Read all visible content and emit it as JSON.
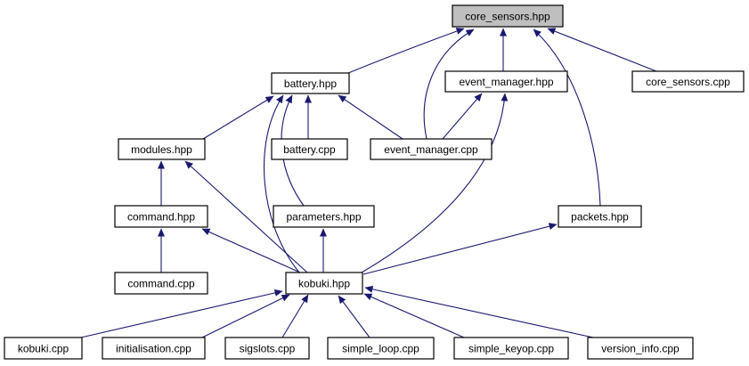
{
  "diagram": {
    "colors": {
      "edge": "#191970",
      "node_border": "#000000",
      "node_fill": "#ffffff",
      "highlight_fill": "#bfbfbf",
      "background": "#ffffff",
      "text": "#000000"
    },
    "nodes": [
      {
        "id": "core_sensors.hpp",
        "label": "core_sensors.hpp",
        "highlighted": true
      },
      {
        "id": "battery.hpp",
        "label": "battery.hpp",
        "highlighted": false
      },
      {
        "id": "event_manager.hpp",
        "label": "event_manager.hpp",
        "highlighted": false
      },
      {
        "id": "core_sensors.cpp",
        "label": "core_sensors.cpp",
        "highlighted": false
      },
      {
        "id": "modules.hpp",
        "label": "modules.hpp",
        "highlighted": false
      },
      {
        "id": "battery.cpp",
        "label": "battery.cpp",
        "highlighted": false
      },
      {
        "id": "event_manager.cpp",
        "label": "event_manager.cpp",
        "highlighted": false
      },
      {
        "id": "command.hpp",
        "label": "command.hpp",
        "highlighted": false
      },
      {
        "id": "parameters.hpp",
        "label": "parameters.hpp",
        "highlighted": false
      },
      {
        "id": "packets.hpp",
        "label": "packets.hpp",
        "highlighted": false
      },
      {
        "id": "command.cpp",
        "label": "command.cpp",
        "highlighted": false
      },
      {
        "id": "kobuki.hpp",
        "label": "kobuki.hpp",
        "highlighted": false
      },
      {
        "id": "kobuki.cpp",
        "label": "kobuki.cpp",
        "highlighted": false
      },
      {
        "id": "initialisation.cpp",
        "label": "initialisation.cpp",
        "highlighted": false
      },
      {
        "id": "sigslots.cpp",
        "label": "sigslots.cpp",
        "highlighted": false
      },
      {
        "id": "simple_loop.cpp",
        "label": "simple_loop.cpp",
        "highlighted": false
      },
      {
        "id": "simple_keyop.cpp",
        "label": "simple_keyop.cpp",
        "highlighted": false
      },
      {
        "id": "version_info.cpp",
        "label": "version_info.cpp",
        "highlighted": false
      }
    ],
    "edges": [
      {
        "from": "battery.hpp",
        "to": "core_sensors.hpp"
      },
      {
        "from": "event_manager.cpp",
        "to": "core_sensors.hpp"
      },
      {
        "from": "event_manager.hpp",
        "to": "core_sensors.hpp"
      },
      {
        "from": "packets.hpp",
        "to": "core_sensors.hpp"
      },
      {
        "from": "core_sensors.cpp",
        "to": "core_sensors.hpp"
      },
      {
        "from": "modules.hpp",
        "to": "battery.hpp"
      },
      {
        "from": "kobuki.hpp",
        "to": "battery.hpp"
      },
      {
        "from": "parameters.hpp",
        "to": "battery.hpp"
      },
      {
        "from": "battery.cpp",
        "to": "battery.hpp"
      },
      {
        "from": "event_manager.cpp",
        "to": "battery.hpp"
      },
      {
        "from": "event_manager.cpp",
        "to": "event_manager.hpp"
      },
      {
        "from": "kobuki.hpp",
        "to": "event_manager.hpp"
      },
      {
        "from": "kobuki.hpp",
        "to": "packets.hpp"
      },
      {
        "from": "kobuki.hpp",
        "to": "modules.hpp"
      },
      {
        "from": "kobuki.hpp",
        "to": "command.hpp"
      },
      {
        "from": "kobuki.hpp",
        "to": "parameters.hpp"
      },
      {
        "from": "command.hpp",
        "to": "modules.hpp"
      },
      {
        "from": "command.cpp",
        "to": "command.hpp"
      },
      {
        "from": "kobuki.cpp",
        "to": "kobuki.hpp"
      },
      {
        "from": "initialisation.cpp",
        "to": "kobuki.hpp"
      },
      {
        "from": "sigslots.cpp",
        "to": "kobuki.hpp"
      },
      {
        "from": "simple_loop.cpp",
        "to": "kobuki.hpp"
      },
      {
        "from": "simple_keyop.cpp",
        "to": "kobuki.hpp"
      },
      {
        "from": "version_info.cpp",
        "to": "kobuki.hpp"
      }
    ]
  }
}
